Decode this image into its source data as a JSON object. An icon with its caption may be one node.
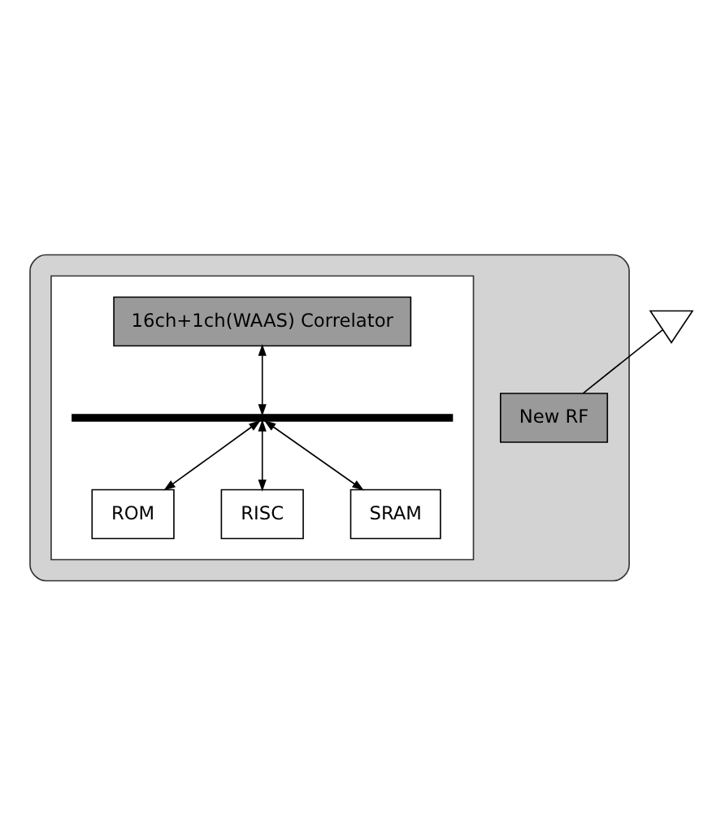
{
  "diagram": {
    "nodes": [
      {
        "text": [],
        "shape": "box"
      },
      {
        "text": [],
        "shape": "triangle"
      },
      {
        "text": [
          "New RF"
        ],
        "in": 0
      },
      {
        "text": [],
        "shape": "box",
        "in": 0
      },
      {
        "text": [
          "16ch+1ch(WAAS) Correlator"
        ],
        "in": 3
      },
      {
        "text": [],
        "shape": "bar",
        "in": 3
      },
      {
        "text": [
          "ROM"
        ],
        "in": 3
      },
      {
        "text": [
          "RISC"
        ],
        "in": 3
      },
      {
        "text": [
          "SRAM"
        ],
        "in": 3
      }
    ],
    "edges": [
      {
        "from": 1,
        "to": 2,
        "arrow": "none"
      },
      {
        "from": 4,
        "to": 5,
        "arrow": "both"
      },
      {
        "from": 5,
        "to": 6,
        "arrow": "both"
      },
      {
        "from": 5,
        "to": 7,
        "arrow": "both"
      },
      {
        "from": 5,
        "to": 8,
        "arrow": "both"
      }
    ]
  }
}
